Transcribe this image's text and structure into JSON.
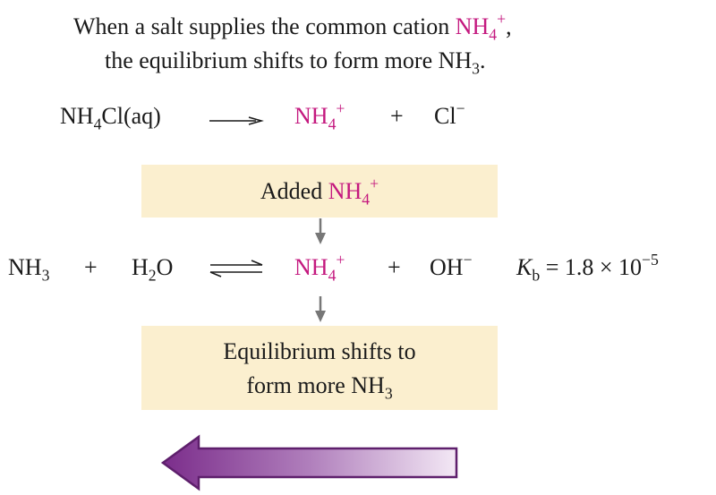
{
  "caption": {
    "line1_text": "When a salt supplies the common cation ",
    "line1_ion": "NH",
    "line1_ion_sub": "4",
    "line1_ion_sup": "+",
    "line1_end": ",",
    "line2_text": "the equilibrium shifts to form more NH",
    "line2_sub": "3",
    "line2_end": "."
  },
  "dissociation": {
    "reactant": "NH",
    "reactant_sub": "4",
    "reactant_rest": "Cl(aq)",
    "product1": "NH",
    "product1_sub": "4",
    "product1_sup": "+",
    "plus": "+",
    "product2": "Cl",
    "product2_sup": "−"
  },
  "added_box": {
    "text": "Added ",
    "ion": "NH",
    "ion_sub": "4",
    "ion_sup": "+"
  },
  "equilibrium": {
    "r1": "NH",
    "r1_sub": "3",
    "plus1": "+",
    "r2": "H",
    "r2_sub": "2",
    "r2_rest": "O",
    "p1": "NH",
    "p1_sub": "4",
    "p1_sup": "+",
    "plus2": "+",
    "p2": "OH",
    "p2_sup": "−",
    "k_symbol": "K",
    "k_sub": "b",
    "k_value": " = 1.8 × 10",
    "k_exp": "−5"
  },
  "shift_box": {
    "line1": "Equilibrium shifts to",
    "line2": "form more NH",
    "line2_sub": "3"
  },
  "colors": {
    "accent_ion": "#c4197f",
    "box_fill": "#fbefcf",
    "arrow_gray": "#777777",
    "shift_arrow_dark": "#7b2d8b",
    "shift_arrow_light": "#f3e8f5"
  }
}
